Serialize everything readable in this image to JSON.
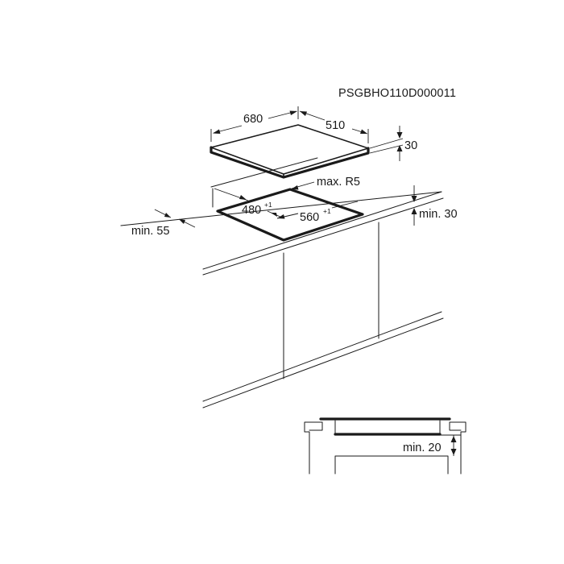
{
  "drawing_code": "PSGBHO110D000011",
  "hob": {
    "width": "680",
    "depth": "510",
    "height": "30"
  },
  "cutout": {
    "width": "560",
    "width_tolerance": "+1",
    "depth": "480",
    "depth_tolerance": "+1",
    "corner_radius": "max. R5",
    "front_distance": "min. 55",
    "wall_distance": "min. 30"
  },
  "detail": {
    "clearance_below": "min. 20"
  }
}
